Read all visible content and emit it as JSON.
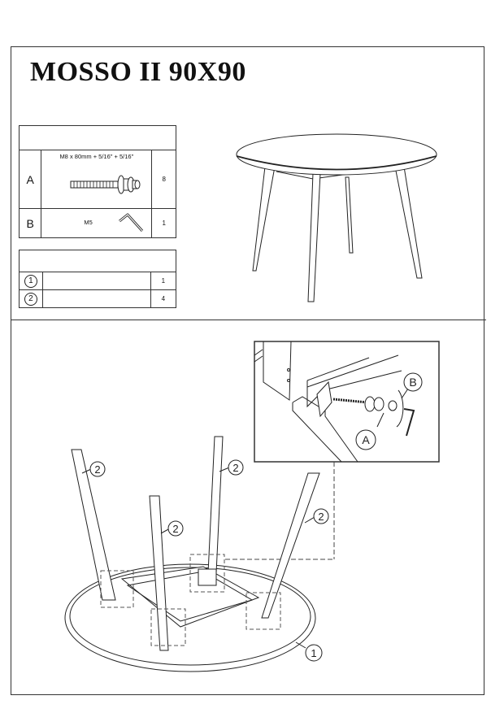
{
  "title": "MOSSO II 90X90",
  "hardware_table": {
    "header": "",
    "rows": [
      {
        "id": "A",
        "spec": "M8 x 80mm + 5/16\" + 5/16\"",
        "icon": "bolt-with-washer-and-barrel-nut",
        "qty": "8"
      },
      {
        "id": "B",
        "spec": "M5",
        "icon": "allen-key",
        "qty": "1"
      }
    ]
  },
  "parts_table": {
    "header": "",
    "rows": [
      {
        "id": "1",
        "desc": "",
        "qty": "1"
      },
      {
        "id": "2",
        "desc": "",
        "qty": "4"
      }
    ]
  },
  "overview_image": "round-table-assembled",
  "assembly_step": {
    "image": "table-upside-down-leg-attachment",
    "callouts": [
      "2",
      "2",
      "2",
      "2",
      "1"
    ],
    "detail_callouts": [
      "A",
      "B"
    ]
  },
  "colors": {
    "line": "#222222",
    "background": "#ffffff"
  }
}
